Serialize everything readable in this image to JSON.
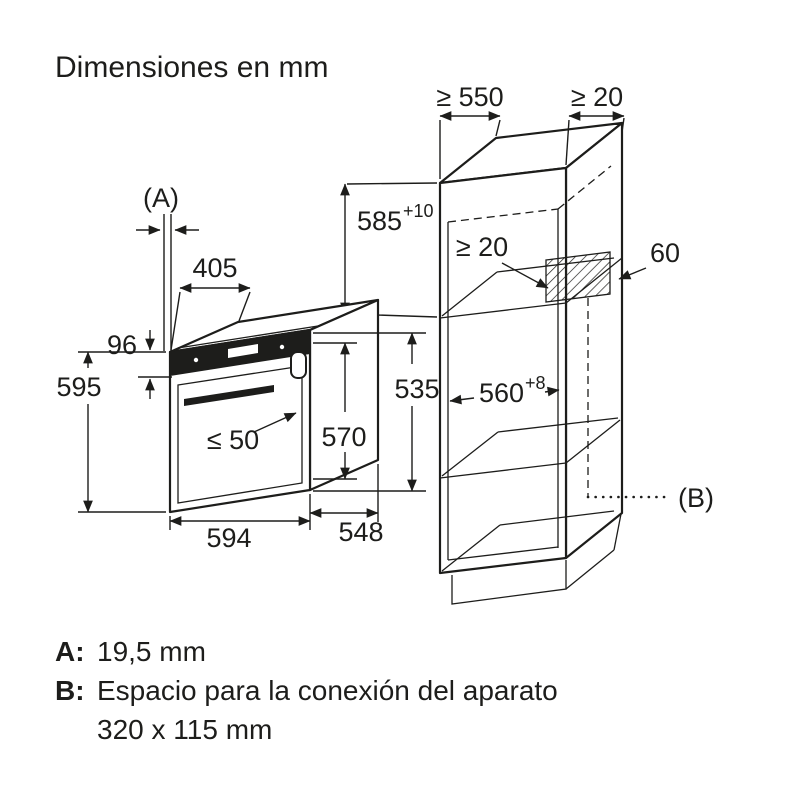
{
  "title": "Dimensiones en mm",
  "colors": {
    "line": "#1d1d1b",
    "background": "#ffffff"
  },
  "oven": {
    "callout_a": "(A)",
    "dims": {
      "top_depth": "405",
      "panel_height": "96",
      "height": "595",
      "handle_max": "≤ 50",
      "width": "594",
      "body_depth": "548",
      "depth_with_door": "570",
      "depth_body": "535"
    }
  },
  "cabinet": {
    "callout_b": "(B)",
    "dims": {
      "min_depth": "≥ 550",
      "rear_gap": "≥ 20",
      "niche_height": "585",
      "niche_height_tol": "+10",
      "vent_gap": "≥ 20",
      "vent_width": "60",
      "niche_width": "560",
      "niche_width_tol": "+8"
    }
  },
  "legend": {
    "a_key": "A:",
    "a_value": "19,5 mm",
    "b_key": "B:",
    "b_value_line1": "Espacio para la conexión del aparato",
    "b_value_line2": "320 x 115 mm"
  }
}
